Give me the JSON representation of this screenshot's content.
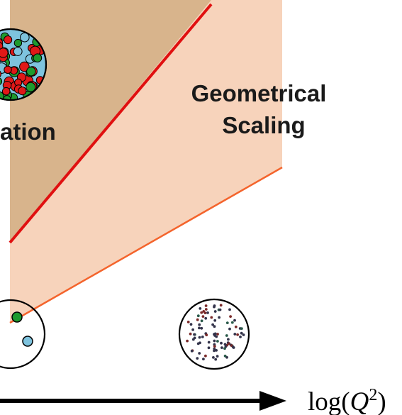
{
  "labels": {
    "saturation_partial": "ation",
    "geometrical_line1": "Geometrical",
    "geometrical_line2": "Scaling"
  },
  "axis": {
    "x_label_prefix": "log(",
    "x_label_var": "Q",
    "x_label_exp": "2",
    "x_label_suffix": ")"
  },
  "colors": {
    "saturation_region": "#d8b48c",
    "geometrical_region": "#f7d3bb",
    "saturation_line": "#e01010",
    "geometrical_line": "#f4642c",
    "parton_red": "#e01818",
    "parton_green": "#1e9a2e",
    "parton_blue": "#7ec3de",
    "proton_outline": "#000000",
    "sparse_dot": "#33334a",
    "axis": "#000000"
  }
}
